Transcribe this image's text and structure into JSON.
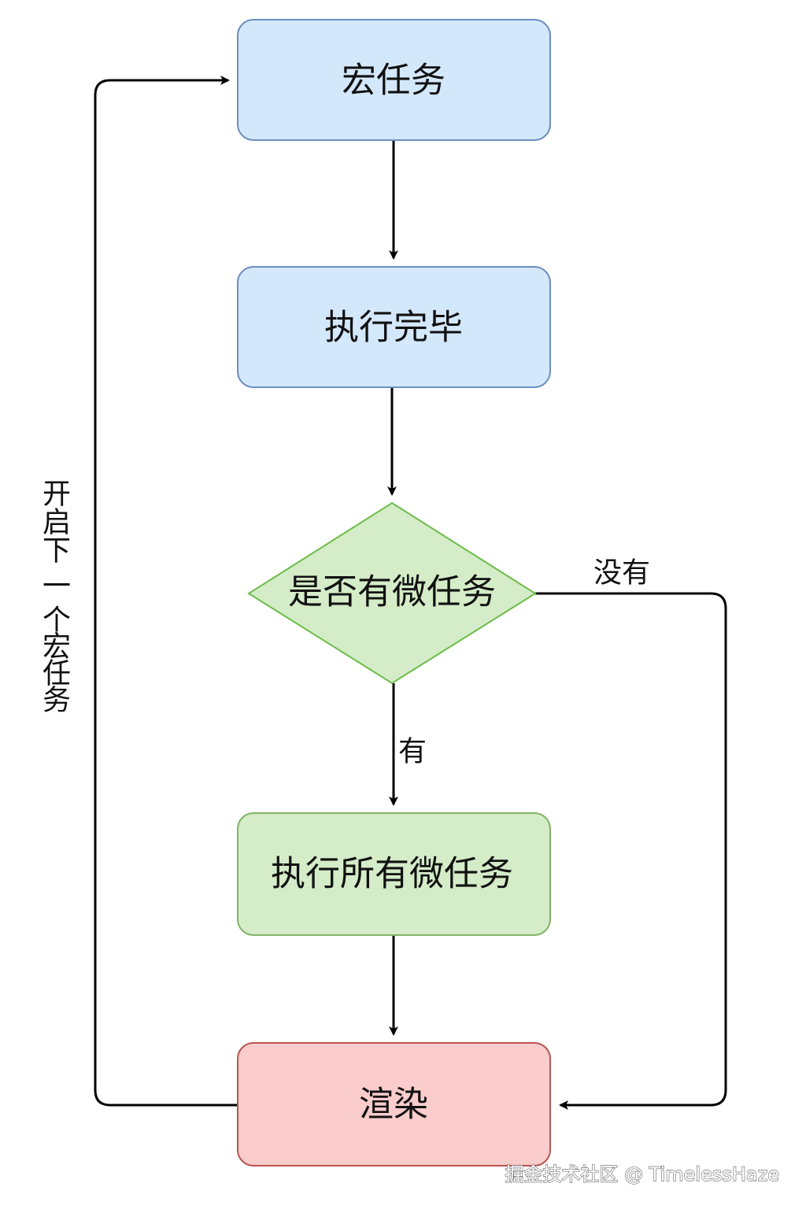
{
  "colors": {
    "blue_fill": "#d4e8fc",
    "blue_stroke": "#6c8ebf",
    "green_fill": "#d4ecc8",
    "green_stroke": "#82b366",
    "green_diamond_stroke": "#6cbc4a",
    "red_fill": "#fbcccc",
    "red_stroke": "#b85450",
    "edge": "#000000"
  },
  "nodes": {
    "macro_task": "宏任务",
    "execution_done": "执行完毕",
    "has_micro_tasks": "是否有微任务",
    "run_all_micro_tasks": "执行所有微任务",
    "render": "渲染"
  },
  "edges": {
    "yes_label": "有",
    "no_label": "没有",
    "loop_label_chars": [
      "开",
      "启",
      "下",
      "一",
      "个",
      "宏",
      "任",
      "务"
    ]
  },
  "watermark": "掘金技术社区 @ TimelessHaze"
}
